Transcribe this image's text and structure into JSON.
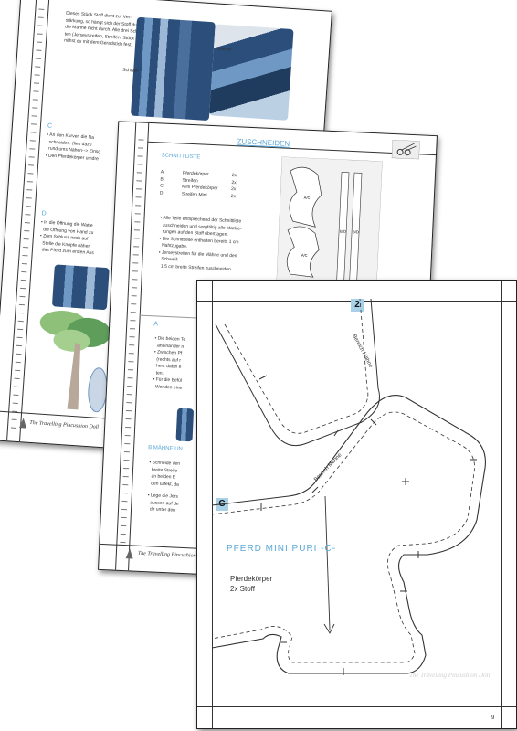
{
  "page1": {
    "para1": [
      "Dieses Stück Stoff dient zur Ver-",
      "stärkung, so hängt sich der Stoff durch",
      "die Mähne nicht durch. Alle drei Schich-",
      "ten (Jerseystreifen, Streifen, Stück Stoff)",
      "nähst du mit dem Geradstich fest."
    ],
    "label_schweif": "Schweif",
    "label_maehne": "Mähne",
    "section_c": "C",
    "bullets_c": [
      "An den Kurven die Na",
      "schneiden. (lies dazu",
      "rund ums Nähen--> Einsc",
      "Den Pferdekörper umdre"
    ],
    "section_d": "D",
    "bullets_d": [
      "In die Öffnung die Watte",
      "die Öffnung von Hand zu",
      "Zum Schluss noch auf",
      "Stelle die Knöpfe nähen",
      "das Pferd zum ersten Aus"
    ],
    "footer": "The Travelling Pincushion Doll"
  },
  "page2": {
    "title": "ZUSCHNEIDEN",
    "subtitle": "SCHNITTLISTE",
    "cutlist": [
      {
        "letter": "A",
        "name": "Pferdekörper",
        "qty": "2x"
      },
      {
        "letter": "B",
        "name": "Streifen",
        "qty": "2x"
      },
      {
        "letter": "C",
        "name": "Mini Pferdekörper",
        "qty": "2x"
      },
      {
        "letter": "D",
        "name": "Streifen Mini",
        "qty": "2x"
      }
    ],
    "bullets": [
      "Alle Teile entsprechend der Schnittliste",
      "zuschneiden und sorgfältig alle Markie-",
      "rungen auf den Stoff übertragen.",
      "Die Schnittteile enthalten bereits 1 cm",
      "Nahtzugabe.",
      "Jerseystreifen für die Mähne und den",
      "Schweif:",
      "1,5 cm breite Streifen zuschneiden"
    ],
    "diag_label_ac": "A/C",
    "diag_label_bd": "B/D",
    "section_a": "A",
    "bullets_a": [
      "Die beiden Te",
      "aneinander n",
      "Zwischen Pf",
      "(rechts auf r",
      "hen, dabei e",
      "ten.",
      "Für die Befül",
      "Wenden eine"
    ],
    "section_b": "B  MÄHNE UN",
    "bullets_b": [
      "Schneide den",
      "breite Streife",
      "an beiden E",
      "den Effekt, da",
      "Lege die Jers",
      "aussen auf de",
      "dir unter den"
    ],
    "footer": "The Travelling Pincushion"
  },
  "page3": {
    "marker_top": "2",
    "marker_c": "C",
    "label_bereich_top": "Bereich Mähne",
    "label_bereich_mid": "Bereich Mähne",
    "pattern_title": "PFERD MINI PURI  -C-",
    "piece_name": "Pferdekörper",
    "piece_qty": "2x Stoff",
    "watermark": "The Travelling Pincushion Doll",
    "page_number": "9"
  },
  "colors": {
    "accent_blue": "#5aa7d6",
    "marker_bg": "#a8d0e6",
    "plaid_dark": "#2b4f7a",
    "plaid_light": "#6f98c4"
  }
}
